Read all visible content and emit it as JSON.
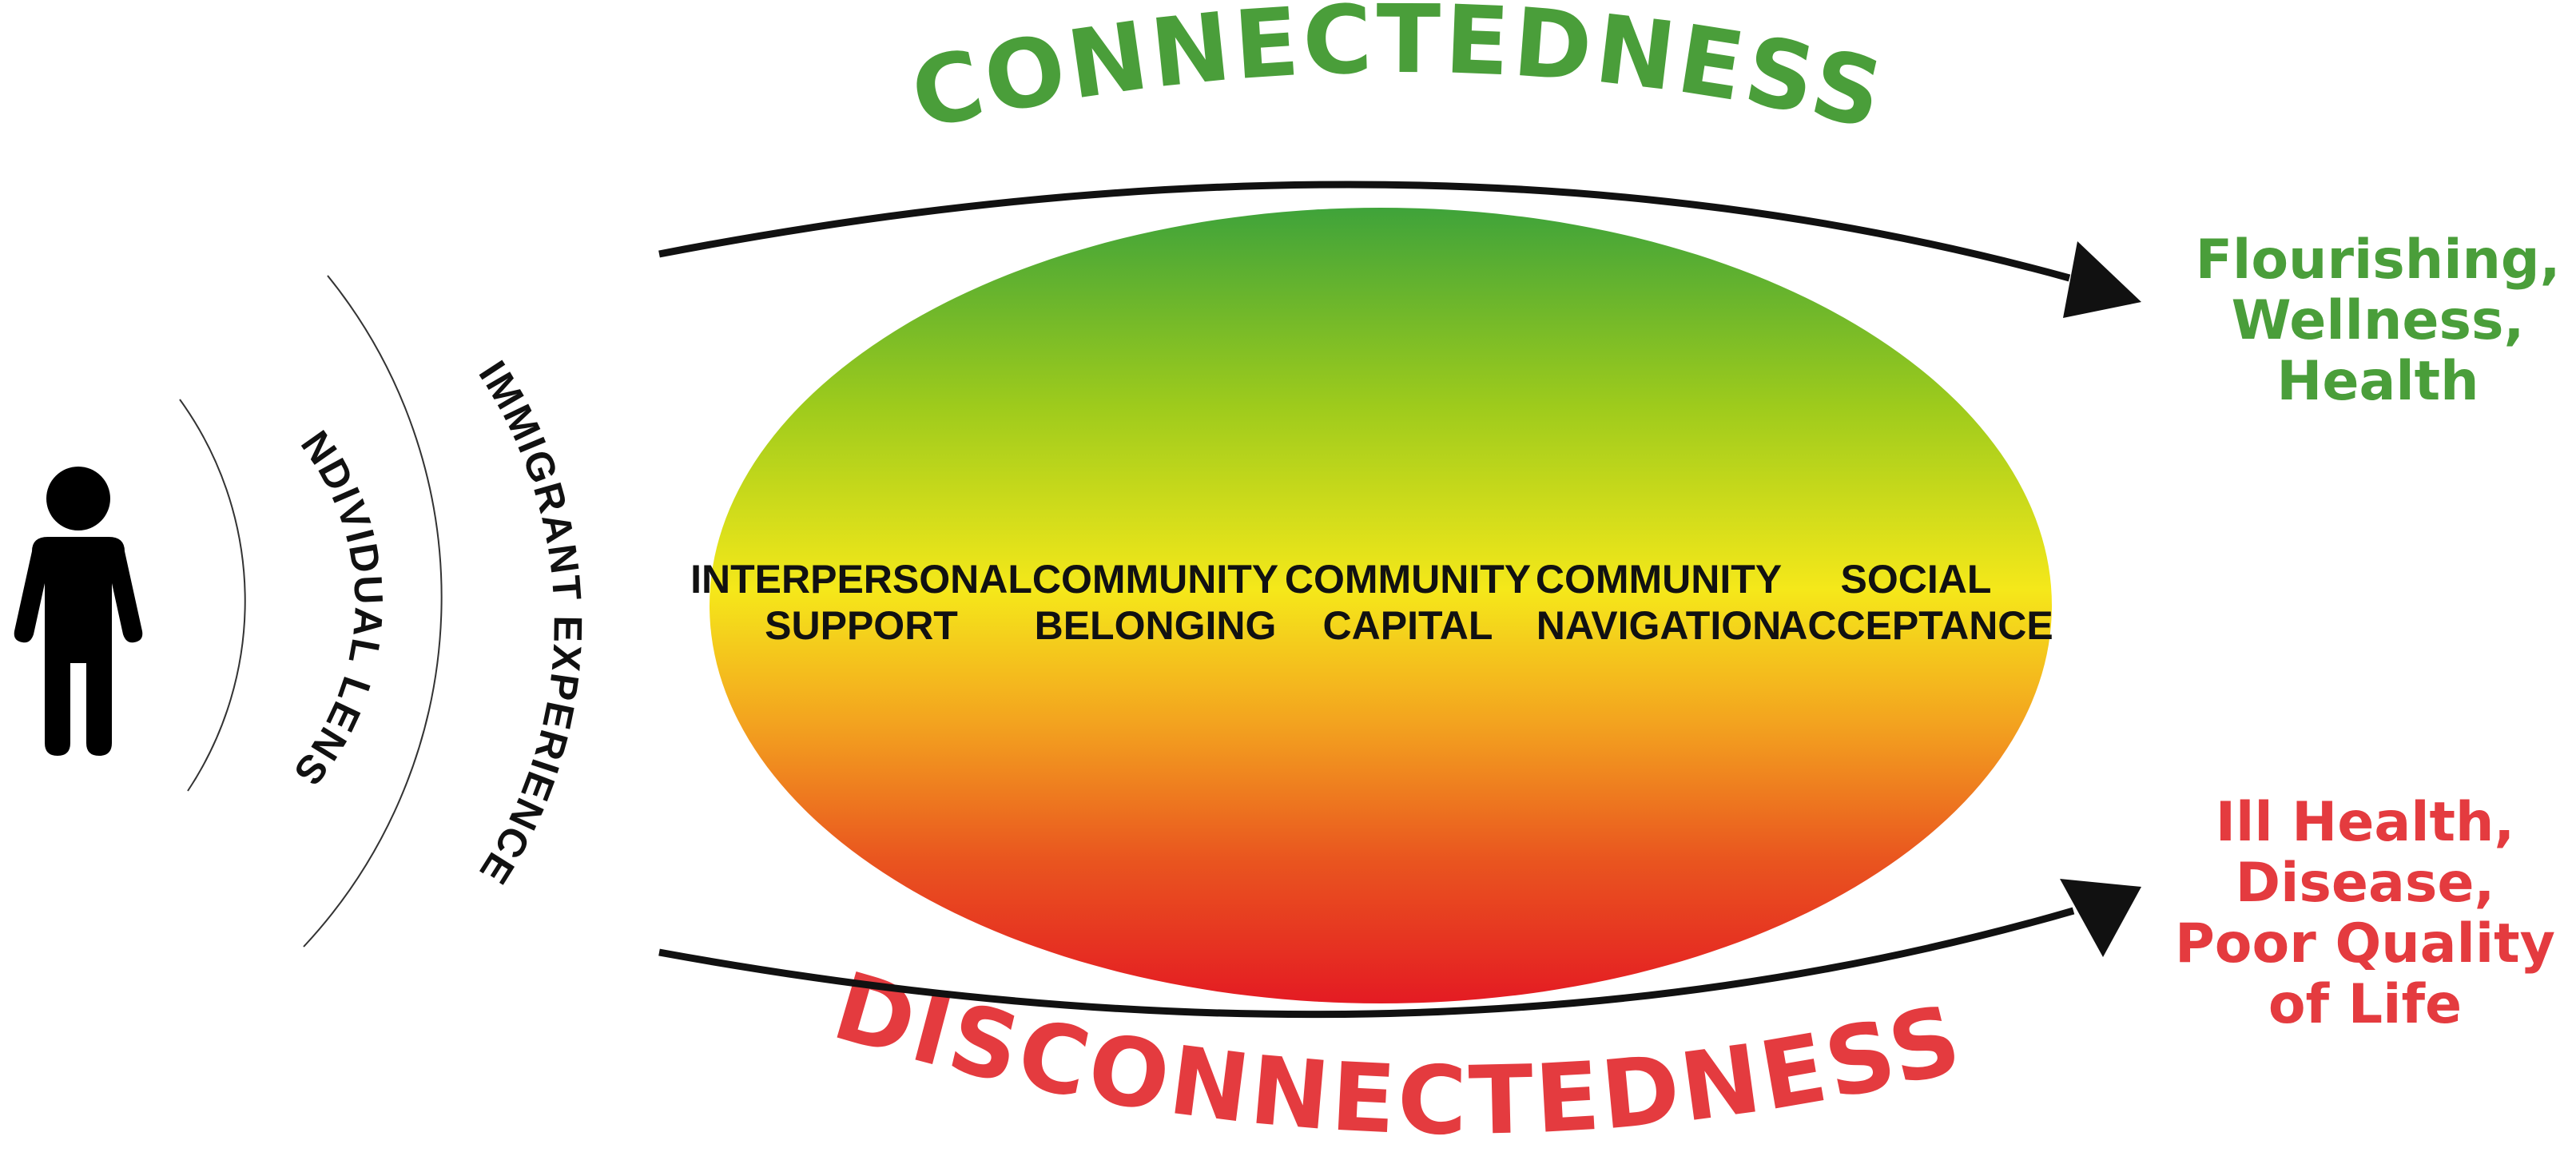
{
  "diagram": {
    "top_label": "CONNECTEDNESS",
    "bottom_label": "DISCONNECTEDNESS",
    "inner_lens": "INDIVIDUAL LENS",
    "outer_lens": "IMMIGRANT EXPERIENCE",
    "factors": [
      {
        "line1": "INTERPERSONAL",
        "line2": "SUPPORT"
      },
      {
        "line1": "COMMUNITY",
        "line2": "BELONGING"
      },
      {
        "line1": "COMMUNITY",
        "line2": "CAPITAL"
      },
      {
        "line1": "COMMUNITY",
        "line2": "NAVIGATION"
      },
      {
        "line1": "SOCIAL",
        "line2": "ACCEPTANCE"
      }
    ],
    "positive_outcome": [
      "Flourishing,",
      "Wellness,",
      "Health"
    ],
    "negative_outcome": [
      "Ill Health,",
      "Disease,",
      "Poor Quality",
      "of Life"
    ]
  },
  "colors": {
    "green": "#4a9e3a",
    "red": "#e43b3f",
    "gradient": [
      "#3fa33a",
      "#9ecb1c",
      "#f5e81a",
      "#f3a21f",
      "#e9551f",
      "#e41b23"
    ],
    "ink": "#111111"
  },
  "icons": {
    "person": "person-icon"
  }
}
